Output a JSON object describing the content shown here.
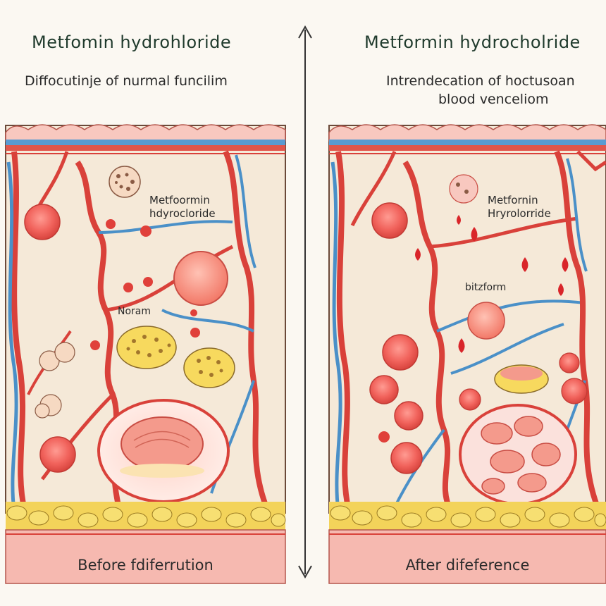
{
  "left_panel": {
    "title": "Metfomin hydrohloride",
    "subtitle": "Diffocutinje of nurmal funcilim",
    "drug_label_line1": "Metfoormin",
    "drug_label_line2": "hdyroclorid­e",
    "cell_label": "Noram",
    "footer": "Before fdiferrution"
  },
  "right_panel": {
    "title": "Metformin hydrocholride",
    "subtitle_line1": "Intrendecation  of hoctusoan",
    "subtitle_line2": "blood venceliom",
    "drug_label_line1": "Metfornin",
    "drug_label_line2": "Hryrolorride",
    "cell_label": "bitzform",
    "footer": "After difeference"
  },
  "colors": {
    "artery": "#d9413a",
    "vein": "#4a90c8",
    "tissue": "#f5e9d8",
    "fat": "#f2d049",
    "footer_band": "#f6b9b0"
  }
}
